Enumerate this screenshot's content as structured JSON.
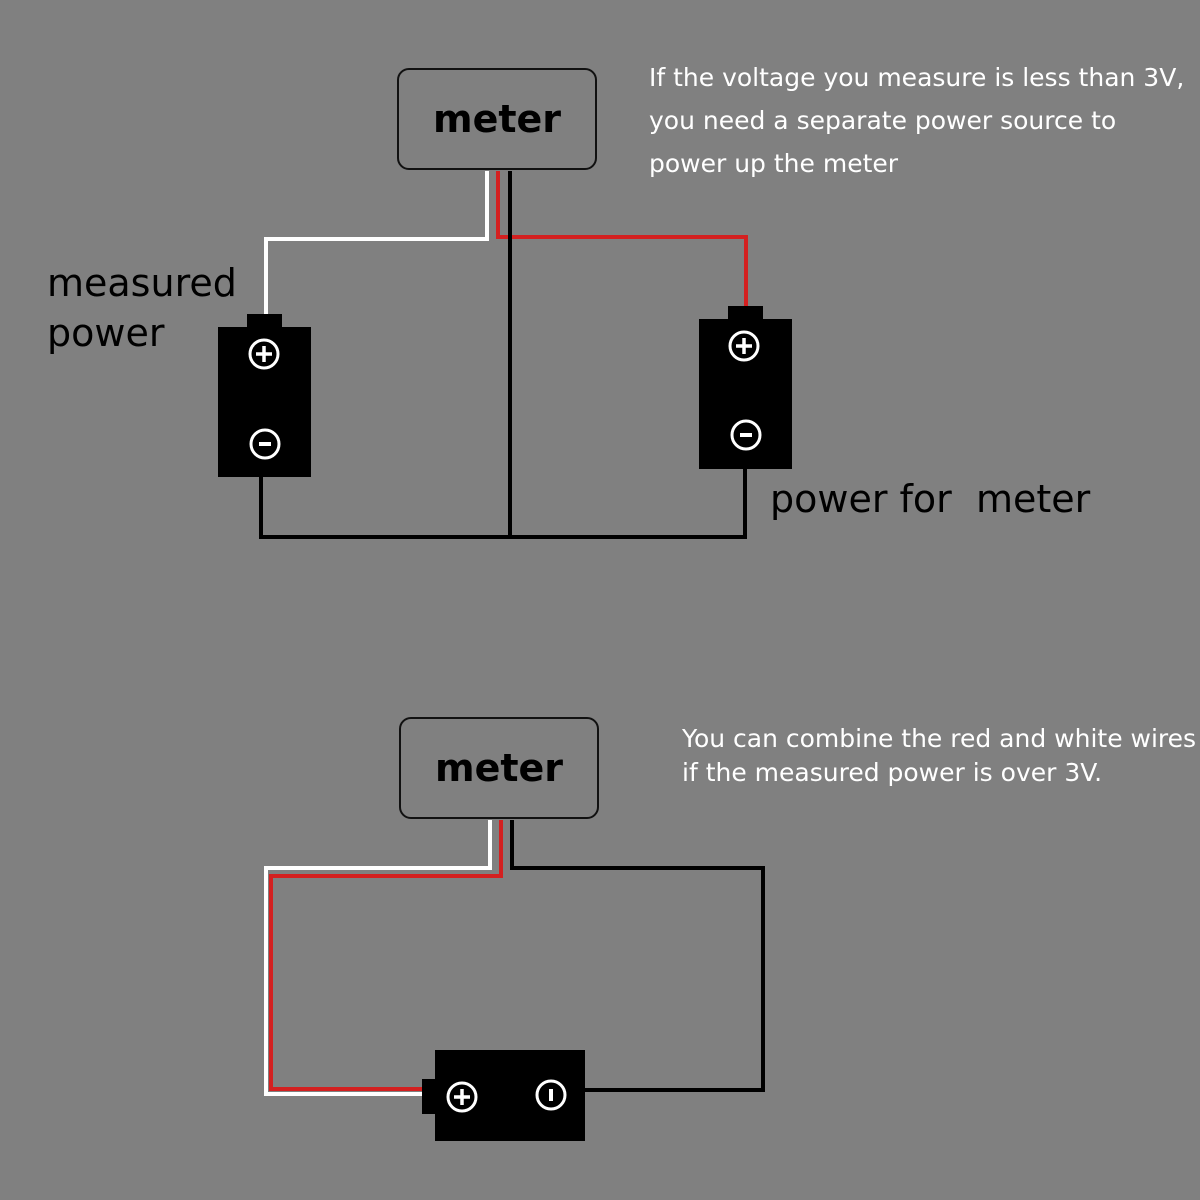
{
  "diagram_top": {
    "meter_label": "meter",
    "note_lines": [
      "If the voltage you measure is less than 3V,",
      "you need a separate power source to",
      "power up the meter"
    ],
    "measured_power_lines": [
      "measured",
      "power"
    ],
    "meter_power_label": "power for  meter"
  },
  "diagram_bottom": {
    "meter_label": "meter",
    "note_lines": [
      "You can combine the red and white wires",
      "if the measured power is over 3V."
    ]
  },
  "colors": {
    "background": "#808080",
    "wire_black": "#000000",
    "wire_white": "#ffffff",
    "wire_red": "#d42020",
    "battery": "#000000"
  }
}
